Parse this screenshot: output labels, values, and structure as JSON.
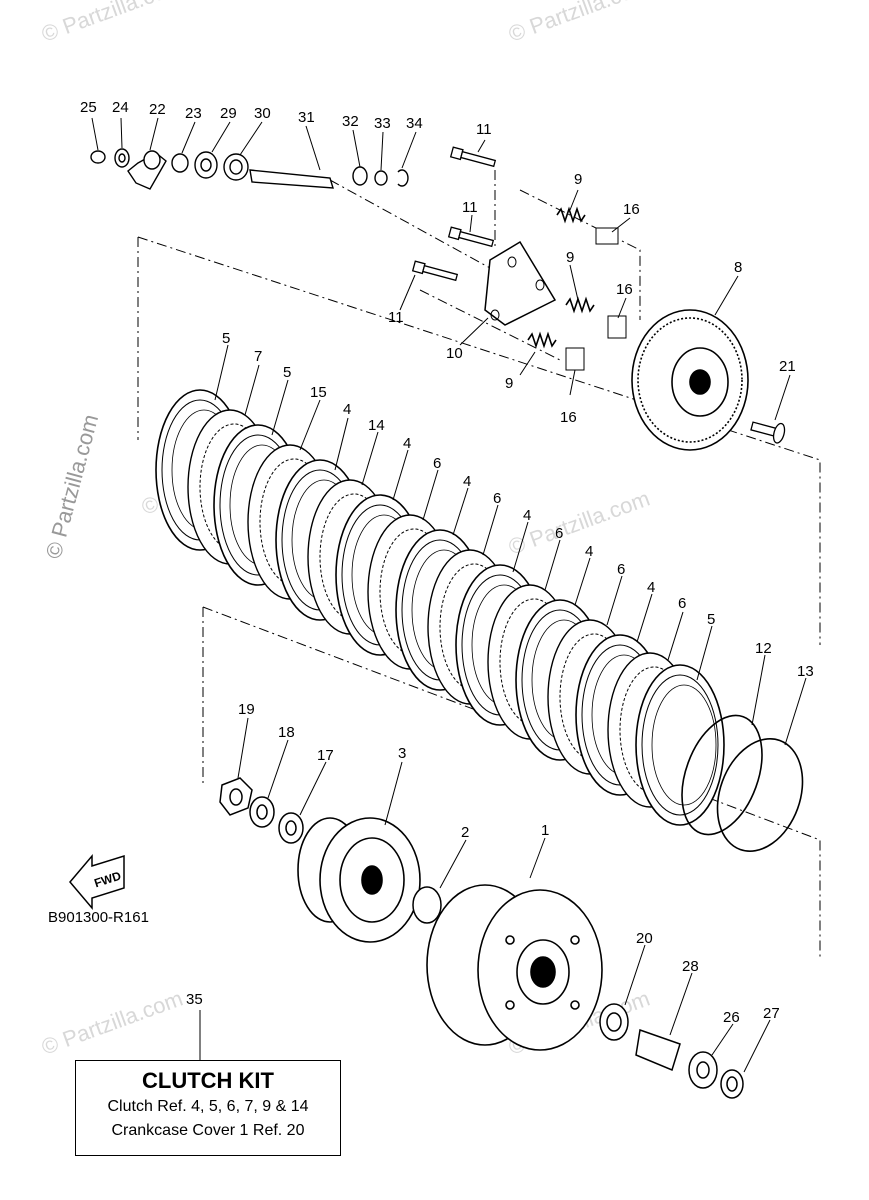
{
  "watermarks": [
    "© Partzilla.com",
    "© Partzilla.com",
    "© Partzilla.com",
    "© Partzilla.com",
    "© Partzilla.com",
    "© Partzilla.com",
    "© Partzilla.com"
  ],
  "callouts": {
    "c25": "25",
    "c24": "24",
    "c22": "22",
    "c23": "23",
    "c29": "29",
    "c30": "30",
    "c31": "31",
    "c32": "32",
    "c33": "33",
    "c34": "34",
    "c11a": "11",
    "c11b": "11",
    "c11c": "11",
    "c10": "10",
    "c9a": "9",
    "c9b": "9",
    "c9c": "9",
    "c16a": "16",
    "c16b": "16",
    "c16c": "16",
    "c8": "8",
    "c21": "21",
    "c5a": "5",
    "c7": "7",
    "c5b": "5",
    "c15": "15",
    "c4a": "4",
    "c14": "14",
    "c4b": "4",
    "c6a": "6",
    "c4c": "4",
    "c6b": "6",
    "c4d": "4",
    "c6c": "6",
    "c4e": "4",
    "c6d": "6",
    "c4f": "4",
    "c6e": "6",
    "c5c": "5",
    "c12": "12",
    "c13": "13",
    "c19": "19",
    "c18": "18",
    "c17": "17",
    "c3": "3",
    "c2": "2",
    "c1": "1",
    "c20": "20",
    "c28": "28",
    "c26": "26",
    "c27": "27",
    "c35": "35"
  },
  "fwd_label": "FWD",
  "diagram_code": "B901300-R161",
  "kit": {
    "title": "CLUTCH KIT",
    "line1": "Clutch Ref. 4, 5, 6, 7, 9 & 14",
    "line2": "Crankcase Cover 1 Ref. 20"
  }
}
